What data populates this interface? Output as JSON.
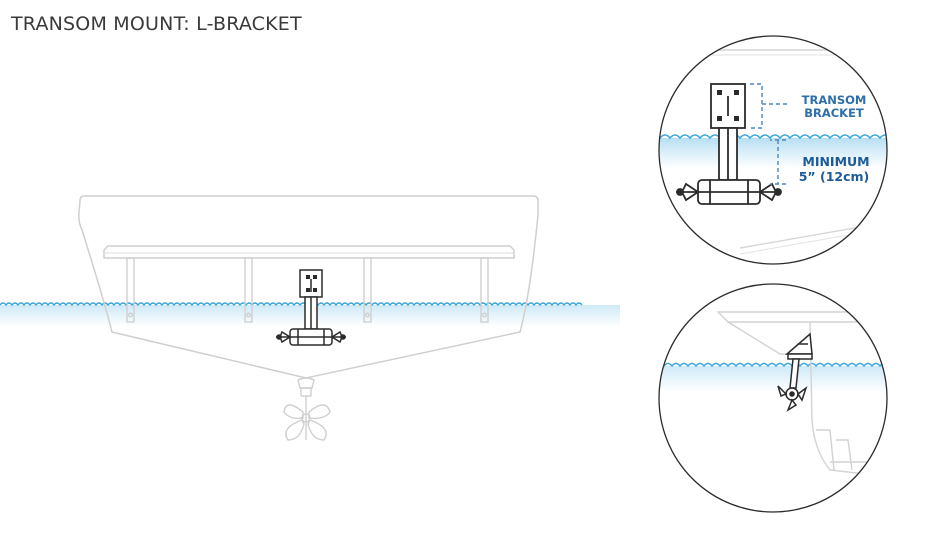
{
  "title": "TRANSOM MOUNT: L-BRACKET",
  "callouts": {
    "bracket_label_line1": "TRANSOM",
    "bracket_label_line2": "BRACKET",
    "depth_label_line1": "MINIMUM",
    "depth_label_line2": "5” (12cm)"
  },
  "colors": {
    "water_line": "#38a6d8",
    "water_fill": "#d8eef9",
    "hull_outline": "#cfcfcf",
    "device_outline": "#2b2b2b",
    "label_primary": "#1d5b98",
    "label_secondary": "#2f6fa8",
    "title": "#3a3a3a"
  },
  "icons": {
    "transducer": "transducer-icon",
    "propeller": "propeller-icon"
  }
}
